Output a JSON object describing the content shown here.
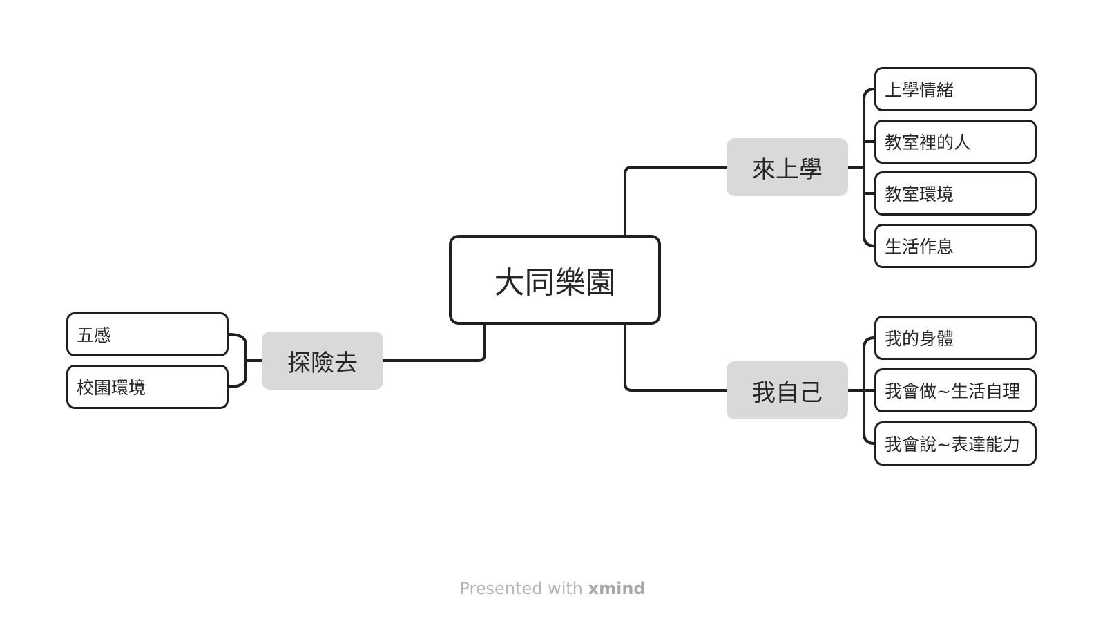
{
  "mindmap": {
    "root": "大同樂園",
    "topics": {
      "come_to_school": {
        "label": "來上學",
        "subtopics": [
          "上學情緒",
          "教室裡的人",
          "教室環境",
          "生活作息"
        ]
      },
      "myself": {
        "label": "我自己",
        "subtopics": [
          "我的身體",
          "我會做~生活自理",
          "我會說~表達能力"
        ]
      },
      "explore": {
        "label": "探險去",
        "subtopics": [
          "五感",
          "校園環境"
        ]
      }
    }
  },
  "footer": {
    "prefix": "Presented with",
    "brand": "xmind"
  },
  "colors": {
    "line": "#1f1f1f",
    "topic_fill": "#d9d9d9",
    "text": "#262626",
    "footer": "#b5b5b5"
  }
}
